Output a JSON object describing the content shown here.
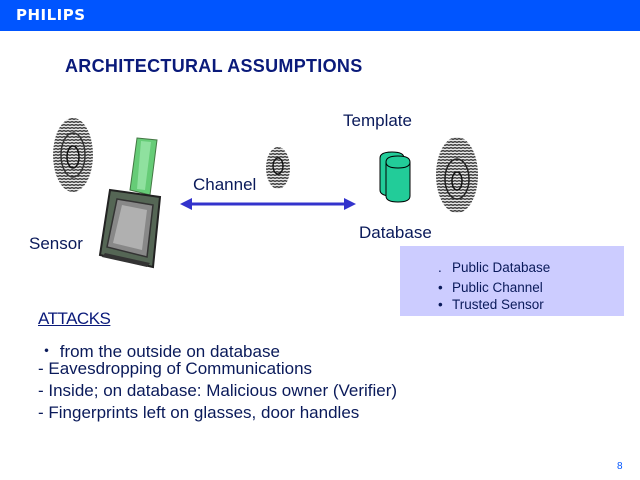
{
  "header": {
    "brand": "PHILIPS",
    "bar_color": "#0055ff"
  },
  "slide": {
    "title": "ARCHITECTURAL ASSUMPTIONS",
    "diagram": {
      "sensor_label": "Sensor",
      "channel_label": "Channel",
      "template_label": "Template",
      "database_label": "Database",
      "arrow_color": "#3333cc",
      "database_color": "#22cc99"
    },
    "assumptions": {
      "background": "#ccccff",
      "items": [
        {
          "bullet": ".",
          "text": "Public Database"
        },
        {
          "bullet": "•",
          "text": "Public Channel"
        },
        {
          "bullet": "•",
          "text": "Trusted Sensor"
        }
      ]
    },
    "attacks": {
      "heading": "ATTACKS",
      "items": [
        "・ from the outside on database",
        "- Eavesdropping of Communications",
        "- Inside; on database: Malicious owner (Verifier)",
        "- Fingerprints left on glasses, door handles"
      ]
    },
    "page_number": "8"
  }
}
